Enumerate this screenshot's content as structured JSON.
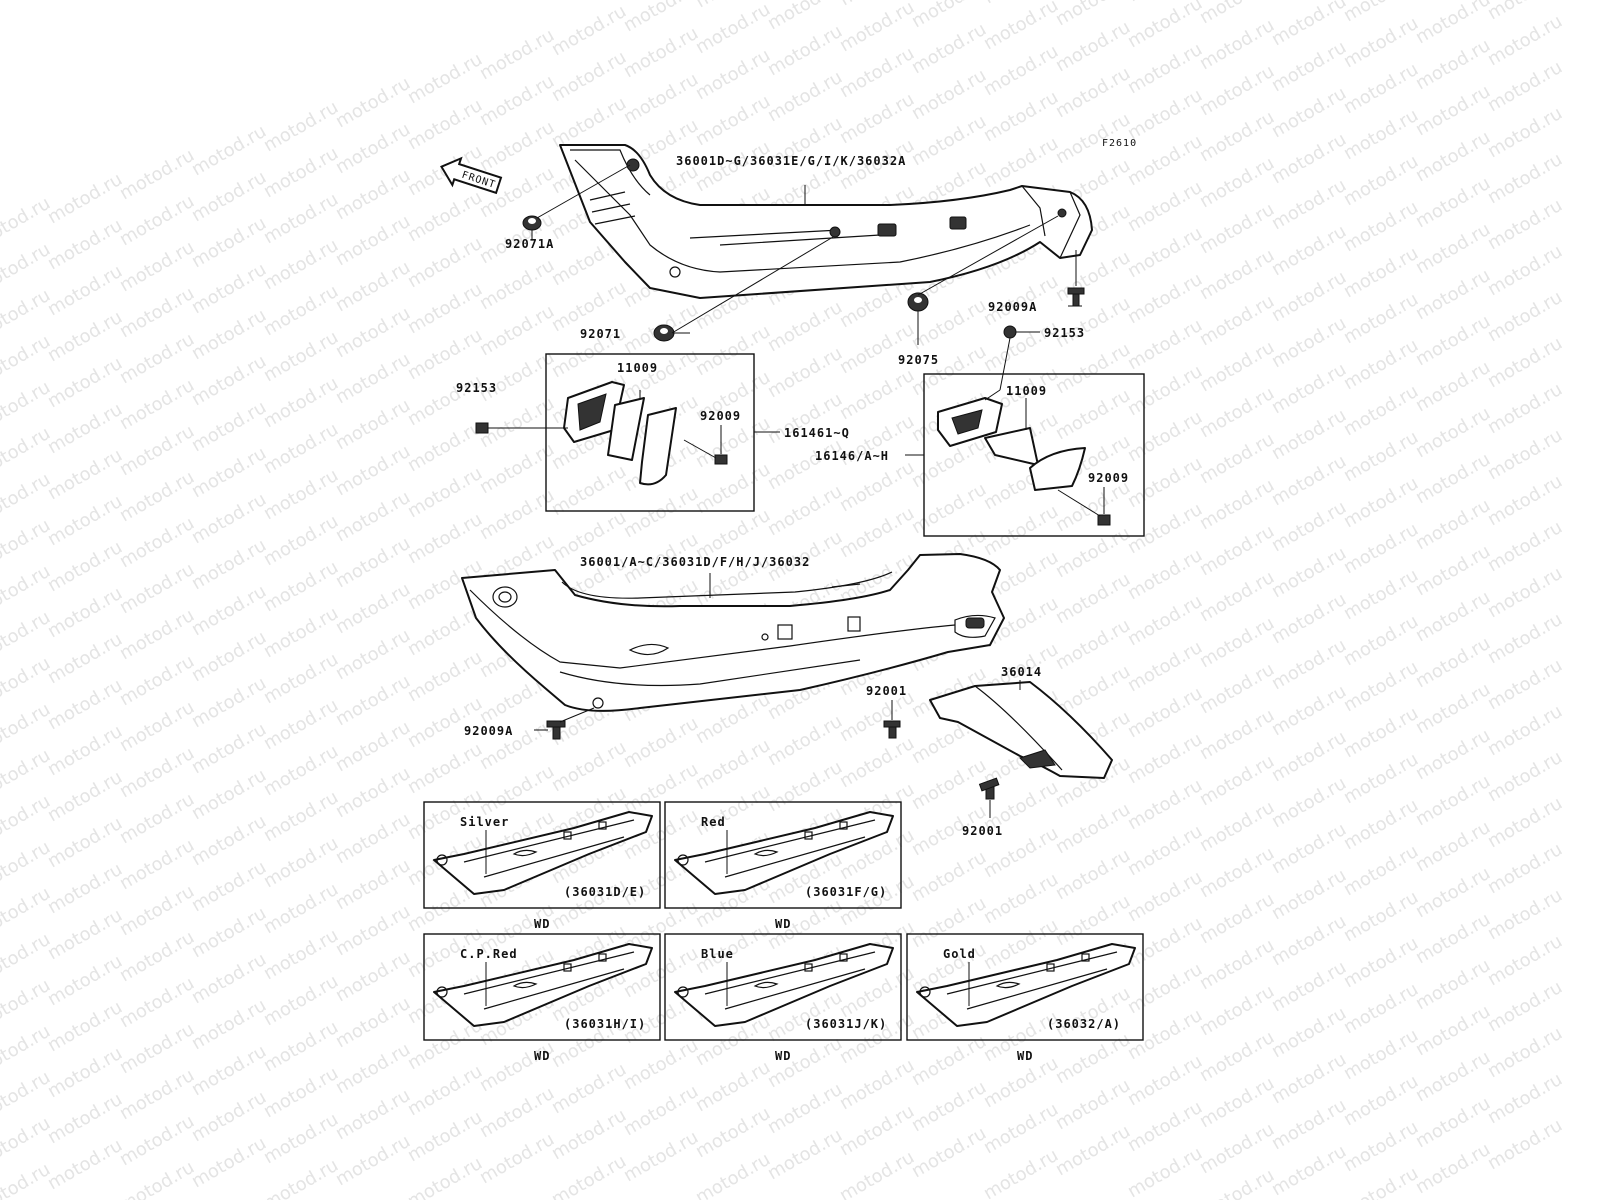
{
  "figure_id": "F2610",
  "front_arrow_label": "FRONT",
  "watermark": "motod.ru",
  "labels": {
    "upper_cover": "36001D~G/36031E/G/I/K/36032A",
    "lower_cover": "36001/A~C/36031D/F/H/J/36032",
    "grommet_a": "92071A",
    "grommet": "92071",
    "damper": "92075",
    "bolt_a_top": "92009A",
    "screw_right": "92153",
    "screw_left": "92153",
    "gasket_left": "11009",
    "gasket_right": "11009",
    "screw_left_box": "92009",
    "screw_right_box": "92009",
    "assy_left": "161461~Q",
    "assy_right": "16146/A~H",
    "bolt_a_bottom": "92009A",
    "bolt_1": "92001",
    "bolt_2": "92001",
    "tail_piece": "36014"
  },
  "variants": [
    {
      "color": "Silver",
      "code": "(36031D/E)",
      "market": "WD"
    },
    {
      "color": "Red",
      "code": "(36031F/G)",
      "market": "WD"
    },
    {
      "color": "C.P.Red",
      "code": "(36031H/I)",
      "market": "WD"
    },
    {
      "color": "Blue",
      "code": "(36031J/K)",
      "market": "WD"
    },
    {
      "color": "Gold",
      "code": "(36032/A)",
      "market": "WD"
    }
  ]
}
